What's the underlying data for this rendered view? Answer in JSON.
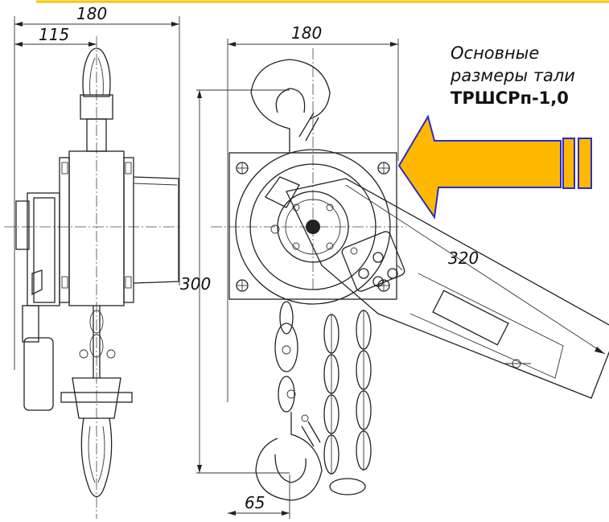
{
  "dimensions": {
    "side_width": "180",
    "side_offset": "115",
    "front_width": "180",
    "height": "300",
    "lever": "320",
    "hook_offset": "65"
  },
  "caption": {
    "line1": "Основные",
    "line2": "размеры тали",
    "line3": "ТРШСРп-1,0"
  },
  "colors": {
    "arrow_fill": "#FFB800",
    "arrow_stroke": "#2B2BC8",
    "top_rule": "#F5C400"
  }
}
